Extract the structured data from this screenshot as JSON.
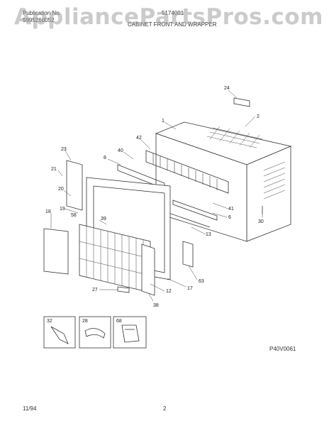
{
  "header": {
    "publication_label": "Publication No.",
    "publication_number": "5995260052",
    "part_number": "5174001",
    "title": "CABINET FRONT AND WRAPPER"
  },
  "watermark": "AppliancePartsPros.com",
  "callouts": [
    "24",
    "2",
    "1",
    "42",
    "40",
    "8",
    "23",
    "21",
    "20",
    "19",
    "18",
    "58",
    "39",
    "41",
    "6",
    "13",
    "30",
    "63",
    "17",
    "12",
    "27",
    "38",
    "32",
    "28",
    "68"
  ],
  "diagram_code": "P40V0061",
  "footer": {
    "date": "11/94",
    "page": "2"
  }
}
